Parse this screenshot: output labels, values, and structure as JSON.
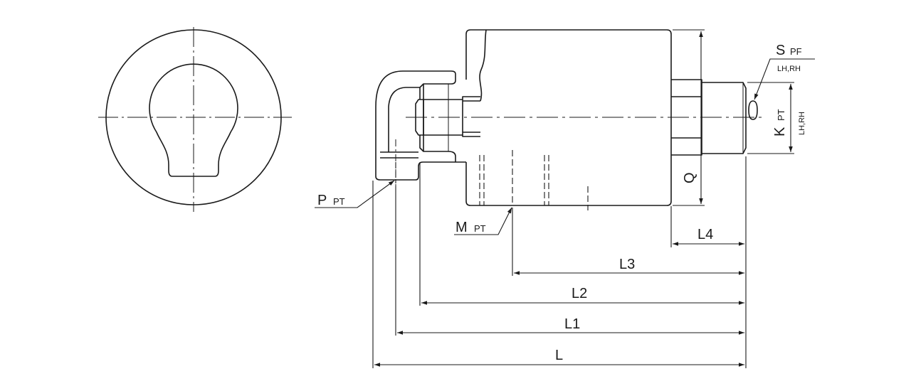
{
  "labels": {
    "p": "P",
    "p_sub": "PT",
    "m": "M",
    "m_sub": "PT",
    "s": "S",
    "s_sub": "PF",
    "s_thread": "LH,RH",
    "k": "K",
    "k_sub": "PT",
    "k_thread": "LH,RH",
    "q": "Q"
  },
  "dimensions": {
    "l4": "L4",
    "l3": "L3",
    "l2": "L2",
    "l1": "L1",
    "l": "L"
  },
  "colors": {
    "line": "#1a1a1a",
    "background": "#ffffff"
  }
}
